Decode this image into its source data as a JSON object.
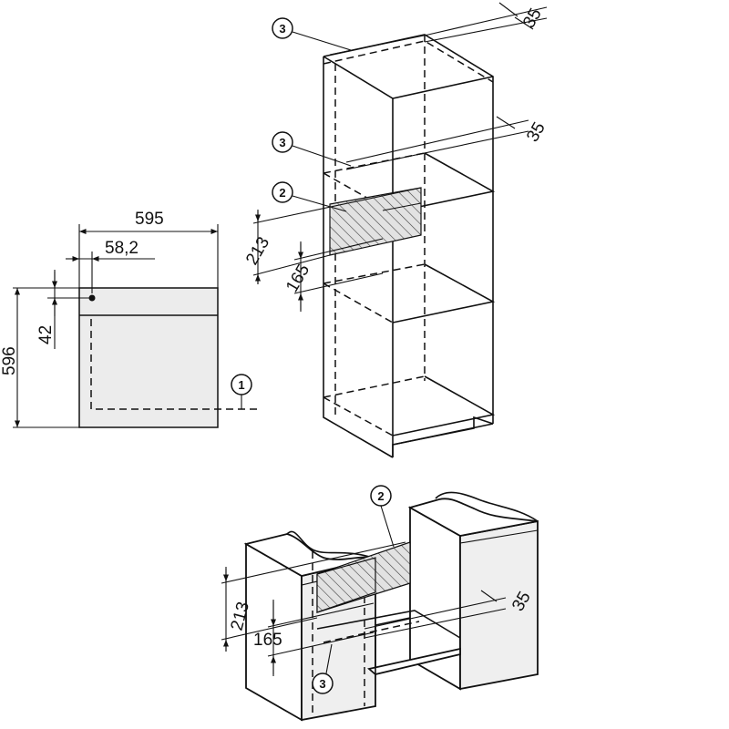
{
  "front_view": {
    "width": "595",
    "height": "596",
    "control_offset": "58,2",
    "control_height": "42",
    "callout": "1"
  },
  "tall_unit": {
    "top_callout": "3",
    "mid_callout": "3",
    "cutout_callout": "2",
    "vent_top": "35",
    "vent_mid": "35",
    "cutout_height": "213",
    "shelf_gap": "165"
  },
  "base_unit": {
    "cutout_callout": "2",
    "vent_callout": "3",
    "vent": "35",
    "cutout_height": "213",
    "shelf_gap": "165"
  }
}
